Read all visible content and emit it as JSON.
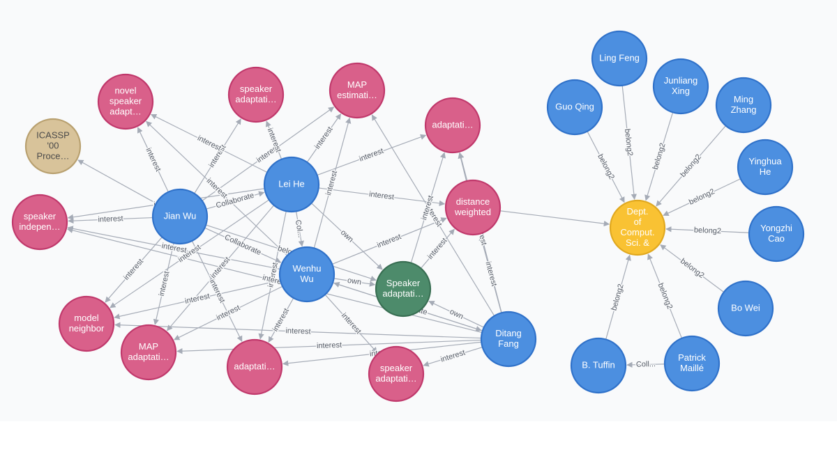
{
  "colors": {
    "author": "#4c8fe0",
    "author_border": "#2f71c9",
    "keyword": "#d9608a",
    "keyword_border": "#c0386b",
    "venue": "#d8c39a",
    "venue_border": "#b8a06f",
    "org": "#f9c233",
    "org_border": "#e0a81f",
    "paper": "#4d8b6b",
    "paper_border": "#386e52"
  },
  "nodes": [
    {
      "id": "leihe",
      "type": "author",
      "lines": [
        "Lei He"
      ]
    },
    {
      "id": "jianwu",
      "type": "author",
      "lines": [
        "Jian Wu"
      ]
    },
    {
      "id": "wenhuwu",
      "type": "author",
      "lines": [
        "Wenhu",
        "Wu"
      ]
    },
    {
      "id": "ditang",
      "type": "author",
      "lines": [
        "Ditang",
        "Fang"
      ]
    },
    {
      "id": "spk_paper",
      "type": "paper",
      "lines": [
        "Speaker",
        "adaptati…"
      ]
    },
    {
      "id": "novel",
      "type": "keyword",
      "lines": [
        "novel",
        "speaker",
        "adapt…"
      ]
    },
    {
      "id": "spkadapt1",
      "type": "keyword",
      "lines": [
        "speaker",
        "adaptati…"
      ]
    },
    {
      "id": "mapest",
      "type": "keyword",
      "lines": [
        "MAP",
        "estimati…"
      ]
    },
    {
      "id": "adapt1",
      "type": "keyword",
      "lines": [
        "adaptati…"
      ]
    },
    {
      "id": "distw",
      "type": "keyword",
      "lines": [
        "distance",
        "weighted"
      ]
    },
    {
      "id": "icassp",
      "type": "venue",
      "lines": [
        "ICASSP",
        "'00",
        "Proce…"
      ]
    },
    {
      "id": "spkindep",
      "type": "keyword",
      "lines": [
        "speaker",
        "indepen…"
      ]
    },
    {
      "id": "model",
      "type": "keyword",
      "lines": [
        "model",
        "neighbor"
      ]
    },
    {
      "id": "mapadapt",
      "type": "keyword",
      "lines": [
        "MAP",
        "adaptati…"
      ]
    },
    {
      "id": "adapt2",
      "type": "keyword",
      "lines": [
        "adaptati…"
      ]
    },
    {
      "id": "spkadapt2",
      "type": "keyword",
      "lines": [
        "speaker",
        "adaptati…"
      ]
    },
    {
      "id": "dept",
      "type": "org",
      "lines": [
        "Dept.",
        "of",
        "Comput.",
        "Sci. &"
      ]
    },
    {
      "id": "lingfeng",
      "type": "author",
      "lines": [
        "Ling Feng"
      ]
    },
    {
      "id": "guoqing",
      "type": "author",
      "lines": [
        "Guo Qing"
      ]
    },
    {
      "id": "junliang",
      "type": "author",
      "lines": [
        "Junliang",
        "Xing"
      ]
    },
    {
      "id": "ming",
      "type": "author",
      "lines": [
        "Ming",
        "Zhang"
      ]
    },
    {
      "id": "yinghua",
      "type": "author",
      "lines": [
        "Yinghua",
        "He"
      ]
    },
    {
      "id": "yongzhi",
      "type": "author",
      "lines": [
        "Yongzhi",
        "Cao"
      ]
    },
    {
      "id": "bowei",
      "type": "author",
      "lines": [
        "Bo Wei"
      ]
    },
    {
      "id": "patrick",
      "type": "author",
      "lines": [
        "Patrick",
        "Maillé"
      ]
    },
    {
      "id": "tuffin",
      "type": "author",
      "lines": [
        "B. Tuffin"
      ]
    }
  ],
  "edges": [
    {
      "from": "jianwu",
      "to": "novel",
      "label": "interest"
    },
    {
      "from": "jianwu",
      "to": "icassp",
      "label": ""
    },
    {
      "from": "jianwu",
      "to": "spkindep",
      "label": "interest"
    },
    {
      "from": "jianwu",
      "to": "model",
      "label": "interest"
    },
    {
      "from": "jianwu",
      "to": "mapadapt",
      "label": "interest"
    },
    {
      "from": "jianwu",
      "to": "spkadapt1",
      "label": "interest"
    },
    {
      "from": "jianwu",
      "to": "leihe",
      "label": "Collaborate"
    },
    {
      "from": "jianwu",
      "to": "wenhuwu",
      "label": "Collaborate"
    },
    {
      "from": "jianwu",
      "to": "mapest",
      "label": "interest"
    },
    {
      "from": "jianwu",
      "to": "adapt2",
      "label": "interest"
    },
    {
      "from": "jianwu",
      "to": "spk_paper",
      "label": "belong2"
    },
    {
      "from": "leihe",
      "to": "novel",
      "label": "interest"
    },
    {
      "from": "leihe",
      "to": "spkadapt1",
      "label": "interest"
    },
    {
      "from": "leihe",
      "to": "mapest",
      "label": "interest"
    },
    {
      "from": "leihe",
      "to": "adapt1",
      "label": "interest"
    },
    {
      "from": "leihe",
      "to": "distw",
      "label": "interest"
    },
    {
      "from": "leihe",
      "to": "spkindep",
      "label": "interest"
    },
    {
      "from": "leihe",
      "to": "wenhuwu",
      "label": "Col..."
    },
    {
      "from": "leihe",
      "to": "spk_paper",
      "label": "own"
    },
    {
      "from": "leihe",
      "to": "model",
      "label": "interest"
    },
    {
      "from": "leihe",
      "to": "mapadapt",
      "label": "interest"
    },
    {
      "from": "leihe",
      "to": "adapt2",
      "label": "interest"
    },
    {
      "from": "wenhuwu",
      "to": "novel",
      "label": "interest"
    },
    {
      "from": "wenhuwu",
      "to": "distw",
      "label": "interest"
    },
    {
      "from": "wenhuwu",
      "to": "spkindep",
      "label": "interest"
    },
    {
      "from": "wenhuwu",
      "to": "model",
      "label": "interest"
    },
    {
      "from": "wenhuwu",
      "to": "mapadapt",
      "label": "interest"
    },
    {
      "from": "wenhuwu",
      "to": "adapt2",
      "label": "interest"
    },
    {
      "from": "wenhuwu",
      "to": "spkadapt2",
      "label": "interest"
    },
    {
      "from": "wenhuwu",
      "to": "spk_paper",
      "label": "own"
    },
    {
      "from": "wenhuwu",
      "to": "mapest",
      "label": "interest"
    },
    {
      "from": "wenhuwu",
      "to": "ditang",
      "label": "Collab..."
    },
    {
      "from": "ditang",
      "to": "spk_paper",
      "label": "own"
    },
    {
      "from": "ditang",
      "to": "wenhuwu",
      "label": "Collaborate"
    },
    {
      "from": "ditang",
      "to": "distw",
      "label": "interest"
    },
    {
      "from": "ditang",
      "to": "spkadapt2",
      "label": "interest"
    },
    {
      "from": "ditang",
      "to": "adapt2",
      "label": "interest"
    },
    {
      "from": "ditang",
      "to": "mapadapt",
      "label": "interest"
    },
    {
      "from": "ditang",
      "to": "model",
      "label": "interest"
    },
    {
      "from": "ditang",
      "to": "mapest",
      "label": "interest"
    },
    {
      "from": "ditang",
      "to": "adapt1",
      "label": "interest"
    },
    {
      "from": "ditang",
      "to": "spkindep",
      "label": "interest"
    },
    {
      "from": "spk_paper",
      "to": "distw",
      "label": "interest"
    },
    {
      "from": "spk_paper",
      "to": "adapt1",
      "label": "interest"
    },
    {
      "from": "distw",
      "to": "adapt1",
      "label": ""
    },
    {
      "from": "distw",
      "to": "dept",
      "label": ""
    },
    {
      "from": "lingfeng",
      "to": "dept",
      "label": "belong2"
    },
    {
      "from": "guoqing",
      "to": "dept",
      "label": "belong2"
    },
    {
      "from": "junliang",
      "to": "dept",
      "label": "belong2"
    },
    {
      "from": "ming",
      "to": "dept",
      "label": "belong2"
    },
    {
      "from": "yinghua",
      "to": "dept",
      "label": "belong2"
    },
    {
      "from": "yongzhi",
      "to": "dept",
      "label": "belong2"
    },
    {
      "from": "bowei",
      "to": "dept",
      "label": "belong2"
    },
    {
      "from": "patrick",
      "to": "dept",
      "label": "belong2"
    },
    {
      "from": "tuffin",
      "to": "dept",
      "label": "belong2"
    },
    {
      "from": "patrick",
      "to": "tuffin",
      "label": "Coll..."
    }
  ]
}
